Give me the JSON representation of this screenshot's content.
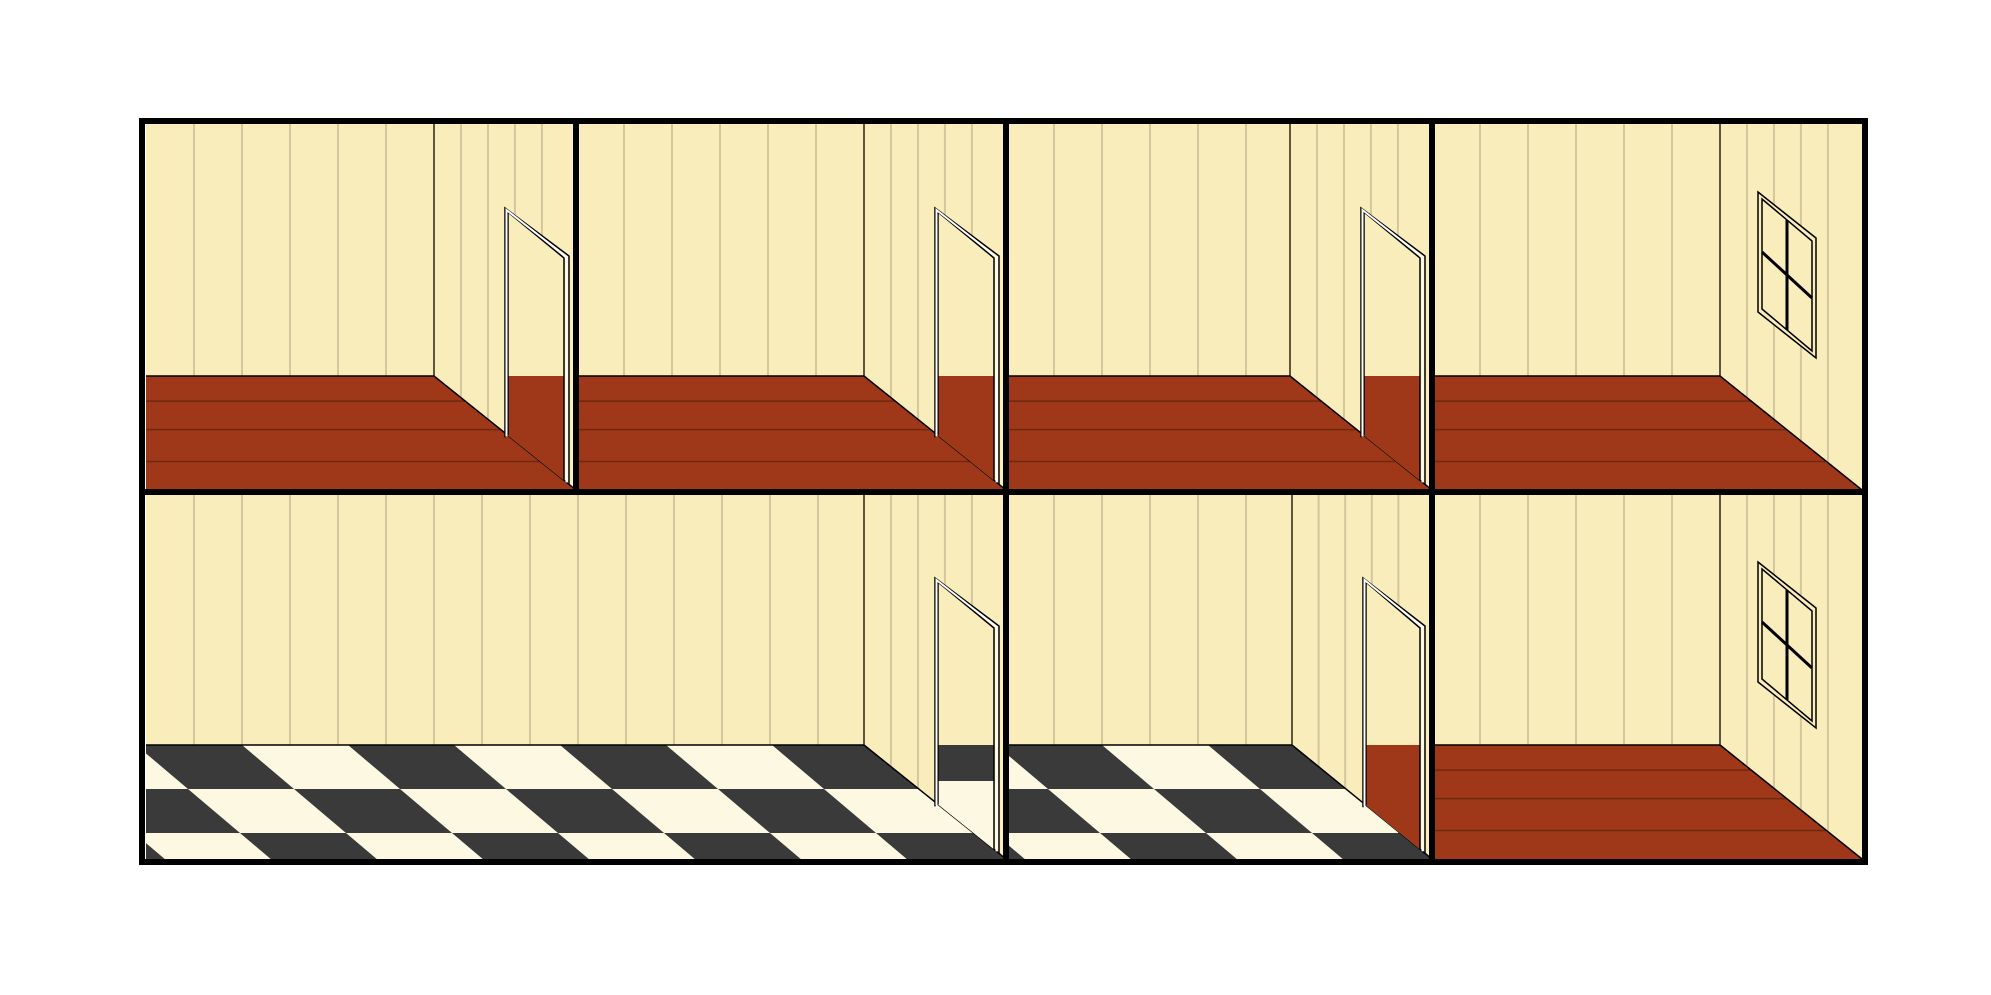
{
  "colors": {
    "background": "#ffffff",
    "outline": "#000000",
    "wall": "#f9edbb",
    "wall_stripe": "#d3c79b",
    "wall_edge": "#2b2414",
    "wood_floor": "#9e3818",
    "wood_line": "#6e2810",
    "tile_light": "#fdf8e2",
    "tile_dark": "#3a3a3a",
    "door_frame": "#ffffff",
    "window_pane": "#f9edbb"
  },
  "grid": {
    "rows": 2,
    "top_row_rooms": 4,
    "bottom_row_rooms": 3
  },
  "rooms": [
    {
      "id": "room-1",
      "row": 1,
      "floor": "wood",
      "side_wall_feature": "door"
    },
    {
      "id": "room-2",
      "row": 1,
      "floor": "wood",
      "side_wall_feature": "door"
    },
    {
      "id": "room-3",
      "row": 1,
      "floor": "wood",
      "side_wall_feature": "door"
    },
    {
      "id": "room-4",
      "row": 1,
      "floor": "wood",
      "side_wall_feature": "window"
    },
    {
      "id": "room-5",
      "row": 2,
      "floor": "checkered",
      "side_wall_feature": "door",
      "wide": true
    },
    {
      "id": "room-6",
      "row": 2,
      "floor": "checkered",
      "side_wall_feature": "door"
    },
    {
      "id": "room-7",
      "row": 2,
      "floor": "wood",
      "side_wall_feature": "window"
    }
  ]
}
